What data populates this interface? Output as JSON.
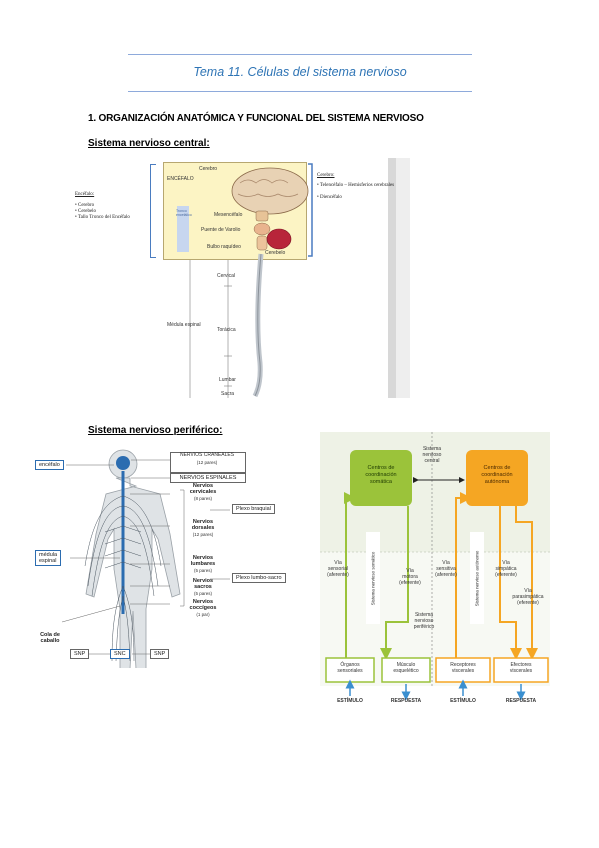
{
  "header": {
    "title": "Tema 11. Células del sistema nervioso"
  },
  "section": {
    "heading": "1.   ORGANIZACIÓN ANATÓMICA Y FUNCIONAL DEL SISTEMA NERVIOSO",
    "snc_title": "Sistema nervioso central:",
    "snp_title": "Sistema nervioso periférico:"
  },
  "fig1": {
    "encefalo_title": "Encéfalo:",
    "encefalo_items": [
      "• Cerebro",
      "• Cerebelo",
      "• Tallo Tronco del Encéfalo"
    ],
    "cerebro_title": "Cerebro:",
    "cerebro_items": [
      "• Telencéfalo – Hemisferios cerebrales",
      "• Diencéfalo"
    ],
    "box_label": "ENCÉFALO",
    "tronco_label": "Tronco encefálico",
    "labels": {
      "cerebro": "Cerebro",
      "mesencefalo": "Mesencéfalo",
      "puente": "Puente de Varolio",
      "bulbo": "Bulbo raquídeo",
      "cerebelo": "Cerebelo",
      "cervical": "Cervical",
      "medula": "Médula espinal",
      "toracica": "Torácica",
      "lumbar": "Lumbar",
      "sacra": "Sacra"
    }
  },
  "fig2": {
    "encefalo": "encéfalo",
    "nervios_craneales": "NERVIOS CRANEALES",
    "craneales_pares": "(12 pares)",
    "nervios_espinales": "NERVIOS ESPINALES",
    "cervicales": "Nervios\ncervicales",
    "cervicales_pares": "(8 pares)",
    "dorsales": "Nervios\ndorsales",
    "dorsales_pares": "(12 pares)",
    "lumbares": "Nervios\nlumbares",
    "lumbares_pares": "(5 pares)",
    "sacros": "Nervios\nsacros",
    "sacros_pares": "(5 pares)",
    "coccigeos": "Nervios\ncoccígeos",
    "coccigeos_pares": "(1 par)",
    "plexo_braquial": "Plexo braquial",
    "plexo_lumbo": "Plexo lumbo-sacro",
    "medula": "médula\nespinal",
    "cola": "Cola de\ncaballo",
    "snp_left": "SNP",
    "snc": "SNC",
    "snp_right": "SNP"
  },
  "fig3": {
    "centro_somatico": "Centros de\ncoordinación\nsomática",
    "centro_autonomo": "Centros de\ncoordinación\nautónoma",
    "snc_label": "Sistema\nnervioso\ncentral",
    "snp_label": "Sistema\nnervioso\nperiférico",
    "via_sensorial": "Vía\nsensorial\n(aferente)",
    "via_motora": "Vía\nmotora\n(eferente)",
    "via_sensitiva": "Vía\nsensitiva\n(aferente)",
    "via_simpatica": "Vía\nsimpática\n(eferente)",
    "via_parasimpatica": "Vía\nparasimpática\n(eferente)",
    "sn_somatico": "Sistema nervioso somático",
    "sn_autonomo": "Sistema nervioso autónomo",
    "organos": "Órganos\nsensoriales",
    "musculo": "Músculo\nesquelético",
    "receptores": "Receptores\nviscerales",
    "efectores": "Efectores\nviscerales",
    "estimulo1": "ESTÍMULO",
    "respuesta1": "RESPUESTA",
    "estimulo2": "ESTÍMULO",
    "respuesta2": "RESPUESTA",
    "colors": {
      "green": "#9bc33a",
      "orange": "#f5a623",
      "bg": "#eef2e6"
    }
  }
}
